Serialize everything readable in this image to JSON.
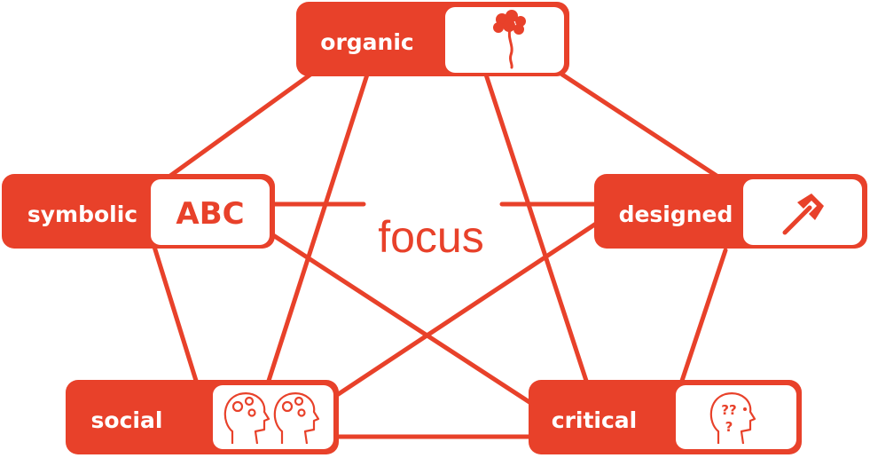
{
  "accent_color": "#e8412a",
  "center": {
    "label": "focus"
  },
  "nodes": {
    "organic": {
      "label": "organic",
      "icon": "tree-icon"
    },
    "symbolic": {
      "label": "symbolic",
      "icon": "abc-letters-icon",
      "icon_text": "ABC"
    },
    "designed": {
      "label": "designed",
      "icon": "hammer-icon"
    },
    "social": {
      "label": "social",
      "icon": "two-thinking-heads-icon"
    },
    "critical": {
      "label": "critical",
      "icon": "questioning-head-icon",
      "icon_text": "??",
      "icon_text2": "?"
    }
  },
  "edges": [
    [
      "organic",
      "symbolic"
    ],
    [
      "organic",
      "designed"
    ],
    [
      "organic",
      "social"
    ],
    [
      "organic",
      "critical"
    ],
    [
      "symbolic",
      "designed"
    ],
    [
      "symbolic",
      "social"
    ],
    [
      "symbolic",
      "critical"
    ],
    [
      "designed",
      "social"
    ],
    [
      "designed",
      "critical"
    ],
    [
      "social",
      "critical"
    ]
  ]
}
